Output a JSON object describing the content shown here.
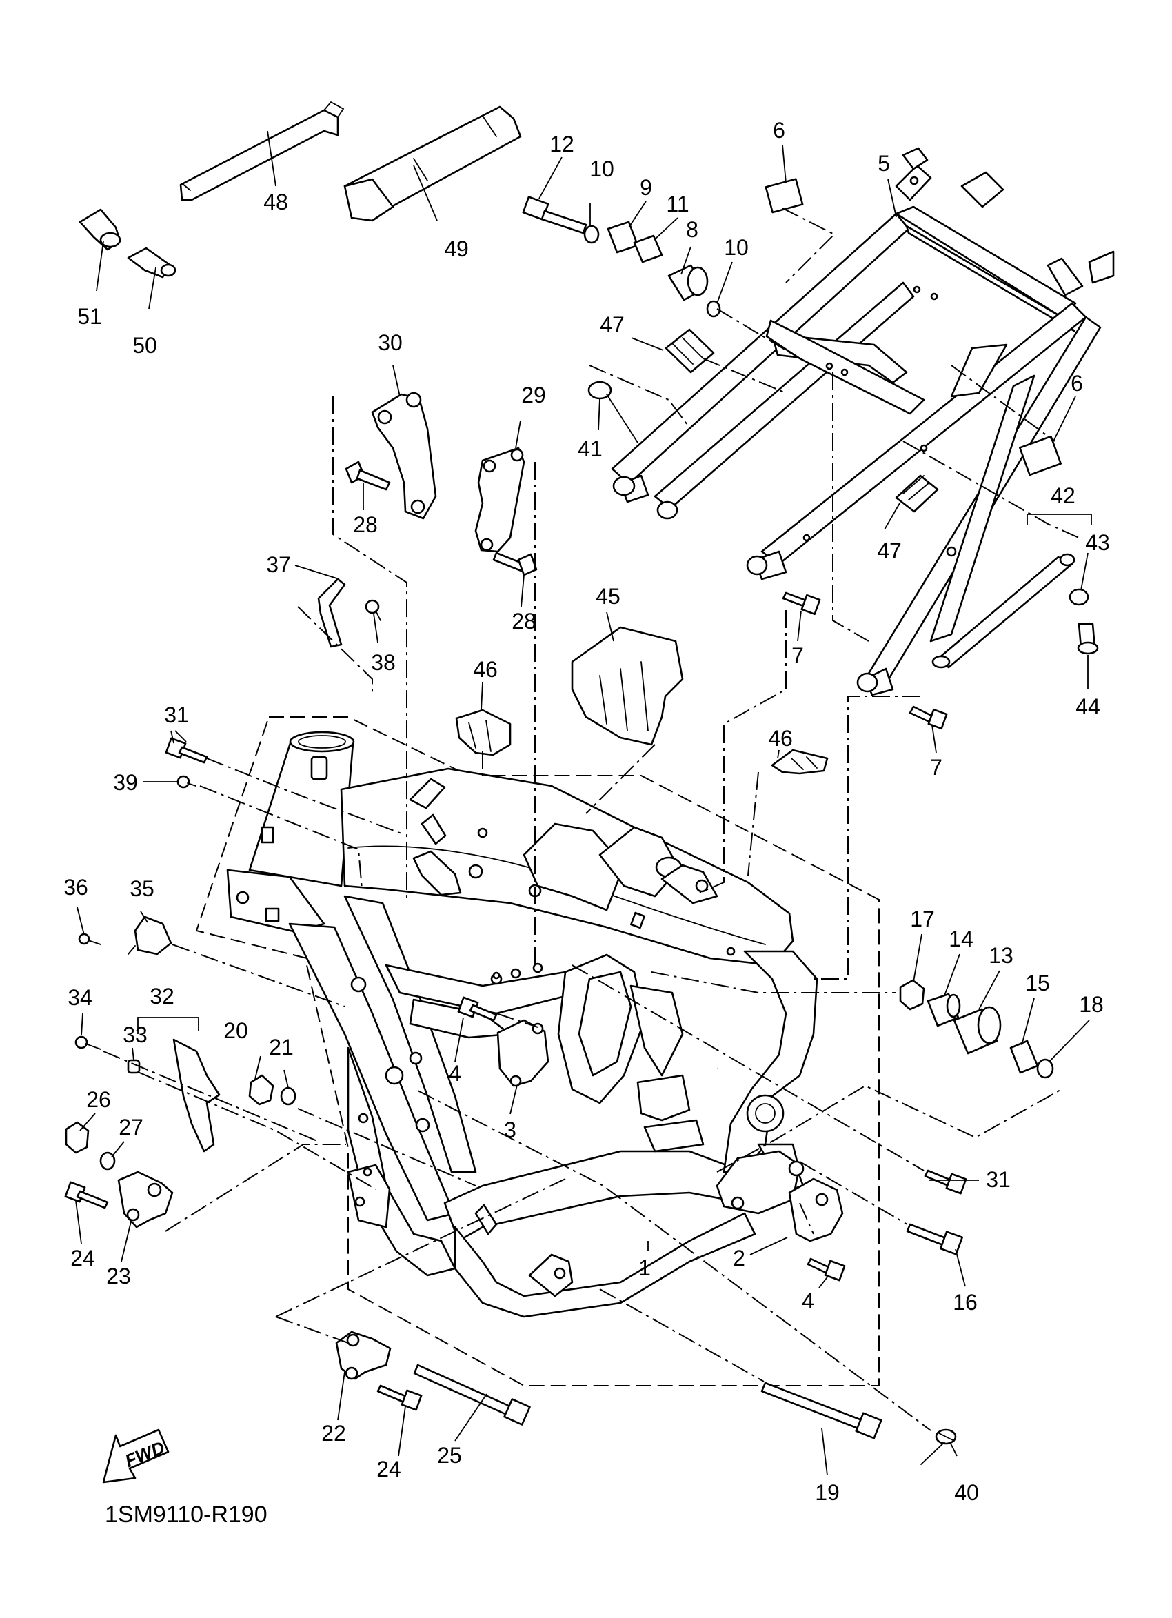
{
  "diagram_code": "1SM9110-R190",
  "fwd_label": "FWD",
  "callouts": {
    "p1": "1",
    "p2": "2",
    "p3": "3",
    "p4a": "4",
    "p4b": "4",
    "p5": "5",
    "p6a": "6",
    "p6b": "6",
    "p7a": "7",
    "p7b": "7",
    "p8": "8",
    "p9": "9",
    "p10a": "10",
    "p10b": "10",
    "p11": "11",
    "p12": "12",
    "p13": "13",
    "p14": "14",
    "p15": "15",
    "p16": "16",
    "p17": "17",
    "p18": "18",
    "p19": "19",
    "p20": "20",
    "p21": "21",
    "p22": "22",
    "p23": "23",
    "p24a": "24",
    "p24b": "24",
    "p25": "25",
    "p26": "26",
    "p27": "27",
    "p28a": "28",
    "p28b": "28",
    "p29": "29",
    "p30": "30",
    "p31a": "31",
    "p31b": "31",
    "p32": "32",
    "p33": "33",
    "p34": "34",
    "p35": "35",
    "p36": "36",
    "p37": "37",
    "p38": "38",
    "p39": "39",
    "p40": "40",
    "p41": "41",
    "p42": "42",
    "p43": "43",
    "p44": "44",
    "p45": "45",
    "p46a": "46",
    "p46b": "46",
    "p47a": "47",
    "p47b": "47",
    "p48": "48",
    "p49": "49",
    "p50": "50",
    "p51": "51"
  }
}
